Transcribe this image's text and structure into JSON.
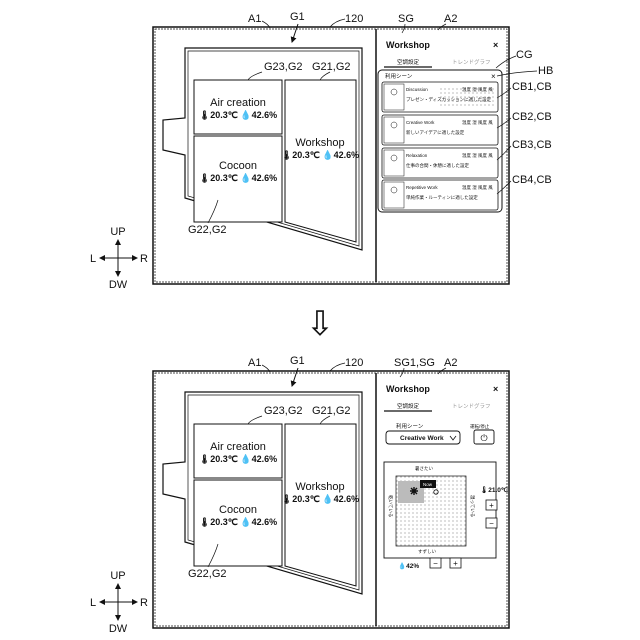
{
  "top": {
    "labels": {
      "a1": "A1",
      "g1": "G1",
      "n120": "120",
      "sg": "SG",
      "a2": "A2",
      "cg": "CG",
      "hb": "HB",
      "cb1": "CB1,CB",
      "cb2": "CB2,CB",
      "cb3": "CB3,CB",
      "cb4": "CB4,CB",
      "g23": "G23,G2",
      "g21": "G21,G2",
      "g22": "G22,G2"
    },
    "rooms": {
      "air": {
        "name": "Air creation",
        "env": "🌡20.3℃ 💧42.6%"
      },
      "cocoon": {
        "name": "Cocoon",
        "env": "🌡20.3℃ 💧42.6%"
      },
      "workshop": {
        "name": "Workshop",
        "env": "🌡20.3℃ 💧42.6%"
      }
    },
    "panel": {
      "title": "Workshop",
      "close": "×",
      "tab_active": "空調設定",
      "tab_inactive": "トレンドグラフ",
      "popup_title": "利用シーン",
      "popup_close": "×",
      "scenes": [
        {
          "title": "Discussion",
          "meta": "温度 湿 風度 風",
          "desc": "プレゼン・ディスカッションに適した設定"
        },
        {
          "title": "Creative Work",
          "meta": "温度 湿 風度 風",
          "desc": "新しいアイデアに適した設定"
        },
        {
          "title": "Relaxation",
          "meta": "温度 湿 風度 風",
          "desc": "仕事の合間・休憩に適した設定"
        },
        {
          "title": "Repetitive Work",
          "meta": "温度 湿 風度 風",
          "desc": "単純作業・ルーティンに適した設定"
        }
      ]
    }
  },
  "arrow_between": "⇩",
  "bottom": {
    "labels": {
      "a1": "A1",
      "g1": "G1",
      "n120": "120",
      "sg": "SG1,SG",
      "a2": "A2",
      "g23": "G23,G2",
      "g21": "G21,G2",
      "g22": "G22,G2"
    },
    "rooms": {
      "air": {
        "name": "Air creation",
        "env": "🌡20.3℃ 💧42.6%"
      },
      "cocoon": {
        "name": "Cocoon",
        "env": "🌡20.3℃ 💧42.6%"
      },
      "workshop": {
        "name": "Workshop",
        "env": "🌡20.3℃ 💧42.6%"
      }
    },
    "panel": {
      "title": "Workshop",
      "close": "×",
      "tab_active": "空調設定",
      "tab_inactive": "トレンドグラフ",
      "scene_label": "利用シーン",
      "scene_value": "Creative Work",
      "power_label": "運転/停止",
      "power_icon": "⏻",
      "top_axis": "暑さたい",
      "bottom_axis": "すずしい",
      "left_axis": "乾いている",
      "right_axis": "湿っている",
      "marker_label": "Now",
      "temp": "🌡21.0℃",
      "humidity": "💧42%",
      "plus": "+",
      "minus": "−"
    }
  },
  "compass": {
    "up": "UP",
    "down": "DW",
    "left": "L",
    "right": "R"
  }
}
